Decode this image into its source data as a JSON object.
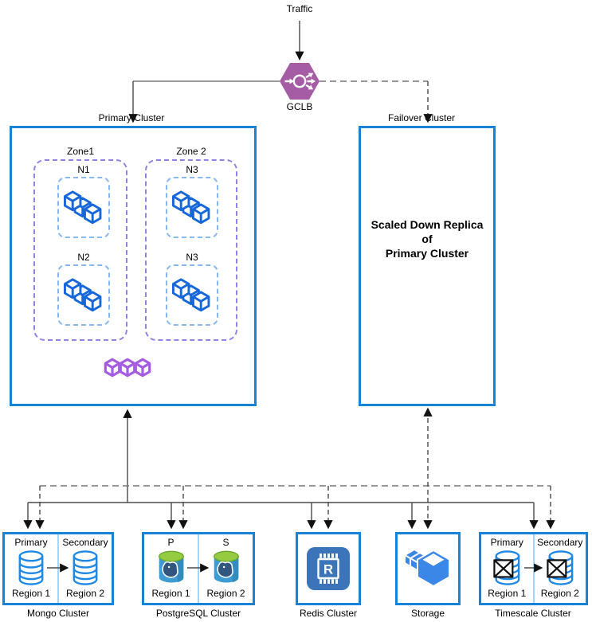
{
  "labels": {
    "traffic": "Traffic",
    "gclb": "GCLB"
  },
  "primary_cluster": {
    "title": "Primary Cluster",
    "zones": [
      {
        "label": "Zone1",
        "nodes": [
          "N1",
          "N2"
        ]
      },
      {
        "label": "Zone 2",
        "nodes": [
          "N3",
          "N3"
        ]
      }
    ]
  },
  "failover_cluster": {
    "title": "Failover Cluster",
    "body": "Scaled Down Replica\nof\nPrimary Cluster"
  },
  "data_clusters": {
    "mongo": {
      "name": "Mongo Cluster",
      "left_role": "Primary",
      "right_role": "Secondary",
      "left_region": "Region 1",
      "right_region": "Region 2"
    },
    "postgresql": {
      "name": "PostgreSQL Cluster",
      "left_role": "P",
      "right_role": "S",
      "left_region": "Region 1",
      "right_region": "Region 2"
    },
    "redis": {
      "name": "Redis Cluster",
      "icon_letter": "R"
    },
    "storage": {
      "name": "Storage"
    },
    "timescale": {
      "name": "Timescale Cluster",
      "left_role": "Primary",
      "right_role": "Secondary",
      "left_region": "Region 1",
      "right_region": "Region 2"
    }
  },
  "icons": {
    "gclb": "load-balancer-icon",
    "primary_nodes": "container-cubes-icon",
    "pods": "pods-hexagon-cubes-icon",
    "mongo": "database-cylinder-icon",
    "postgresql": "postgresql-elephant-db-icon",
    "redis": "memory-chip-icon",
    "storage": "cloud-storage-cube-icon",
    "timescale": "crossed-database-icon"
  },
  "colors": {
    "cluster_border": "#1683D8",
    "zone_border": "#9581E6",
    "node_border": "#86B9F2",
    "cube_blue": "#1667D9",
    "pods_purple": "#A55CE0",
    "gclb_purple": "#A65CA5",
    "db_stroke": "#1E88E5",
    "redis_bg": "#3B74B8",
    "storage_blue": "#3B87E8",
    "postgres_green": "#94CB40",
    "postgres_body": "#3E9CD3",
    "solid_line": "#4a4a4a",
    "dashed_line": "#777777"
  }
}
